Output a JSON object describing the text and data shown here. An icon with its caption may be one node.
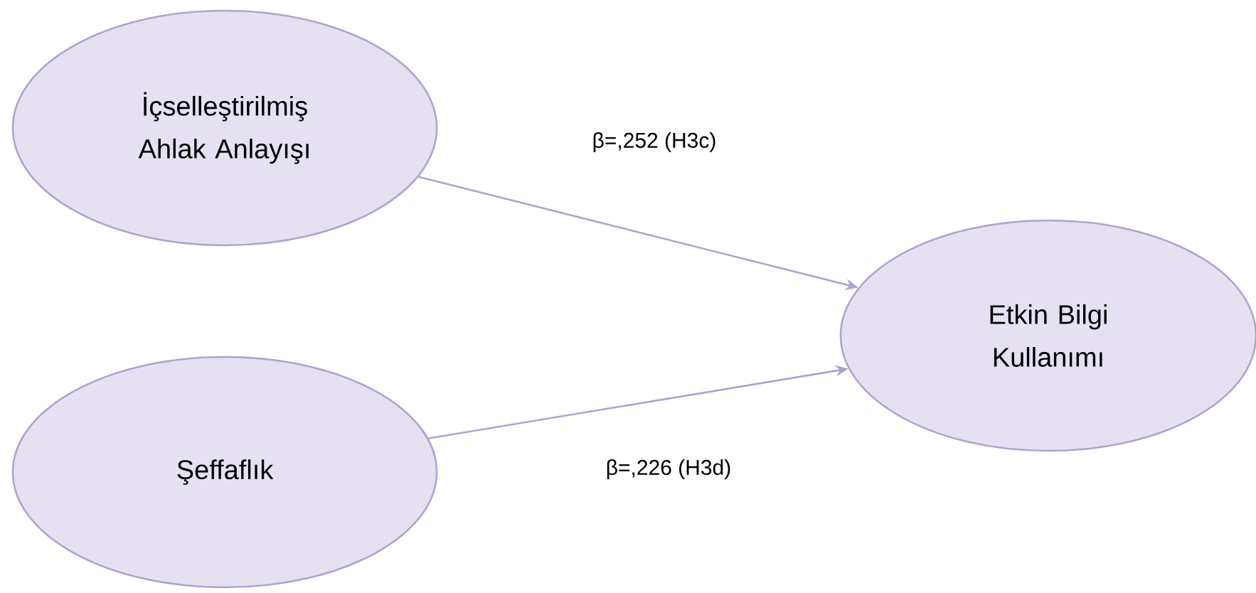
{
  "diagram": {
    "nodes": [
      {
        "text": [
          "İçselleştirilmiş Ahlak Anlayışı"
        ]
      },
      {
        "text": [
          "Şeffaflık"
        ]
      },
      {
        "text": [
          "Etkin Bilgi Kullanımı"
        ]
      }
    ],
    "edges": [
      {
        "from": 0,
        "to": 2,
        "arrow": "to",
        "label": "β=,252 (H3c)"
      },
      {
        "from": 1,
        "to": 2,
        "arrow": "to",
        "label": "β=,226 (H3d)"
      }
    ]
  }
}
